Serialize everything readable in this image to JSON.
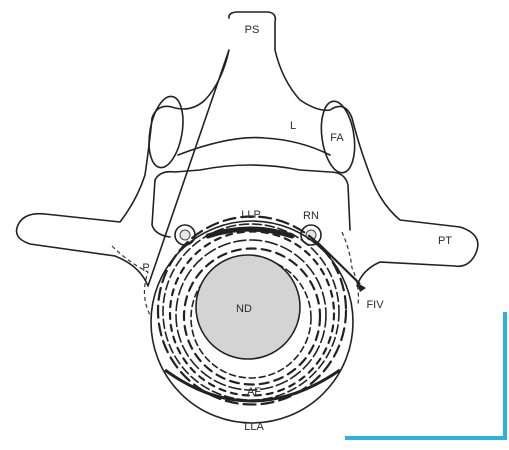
{
  "labels": {
    "ps": "PS",
    "l": "L",
    "fa": "FA",
    "llp": "LLP",
    "rn": "RN",
    "pt": "PT",
    "p": "P",
    "nd": "ND",
    "fiv": "FIV",
    "af": "AF",
    "lla": "LLA"
  },
  "colors": {
    "line": "#222222",
    "nucleus_fill": "#d4d4d4",
    "corner_accent": "#2bb3e0"
  }
}
